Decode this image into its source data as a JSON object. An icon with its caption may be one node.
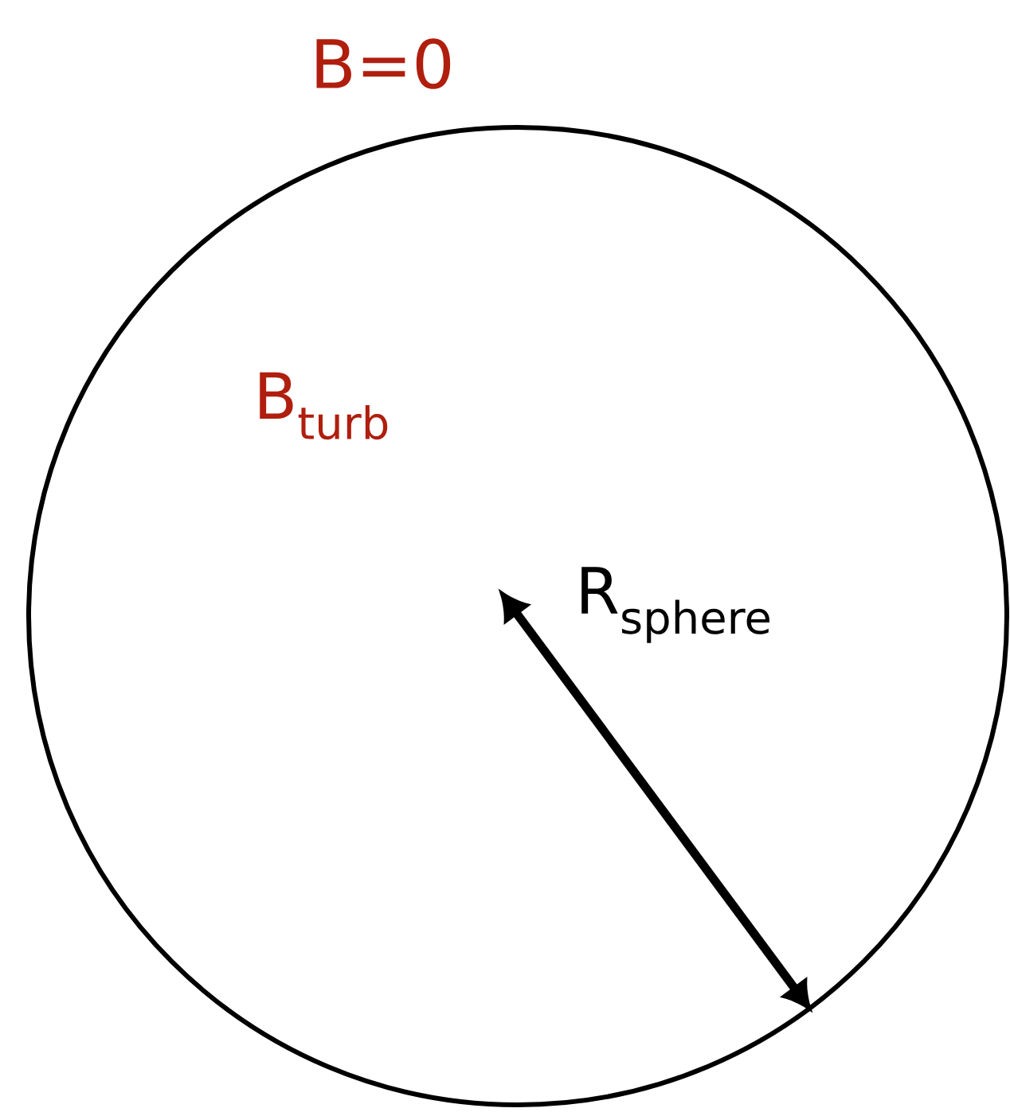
{
  "diagram": {
    "nodes": [
      {
        "text": [
          "B$_{turb}$",
          "R$_{sphere}$"
        ]
      }
    ],
    "labels": [
      "B=0"
    ]
  }
}
